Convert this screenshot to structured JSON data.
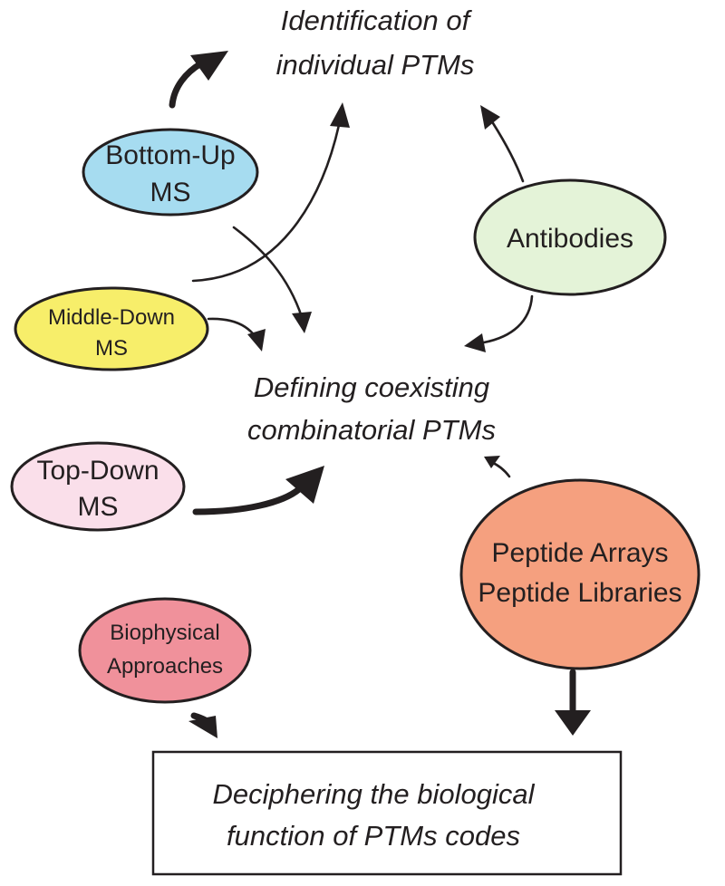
{
  "goals": {
    "identification": {
      "line1": "Identification of",
      "line2": "individual PTMs"
    },
    "coexisting": {
      "line1": "Defining coexisting",
      "line2": "combinatorial PTMs"
    },
    "deciphering": {
      "line1": "Deciphering the biological",
      "line2": "function of PTMs codes"
    }
  },
  "methods": {
    "bottom_up": {
      "line1": "Bottom-Up",
      "line2": "MS",
      "color": "#a6dcf0"
    },
    "middle_down": {
      "line1": "Middle-Down",
      "line2": "MS",
      "color": "#f7ee6a"
    },
    "top_down": {
      "line1": "Top-Down",
      "line2": "MS",
      "color": "#fadfea"
    },
    "antibodies": {
      "line1": "Antibodies",
      "color": "#e4f3d8"
    },
    "peptides": {
      "line1": "Peptide Arrays",
      "line2": "Peptide Libraries",
      "color": "#f5a07f"
    },
    "biophysical": {
      "line1": "Biophysical",
      "line2": "Approaches",
      "color": "#f0919b"
    }
  }
}
